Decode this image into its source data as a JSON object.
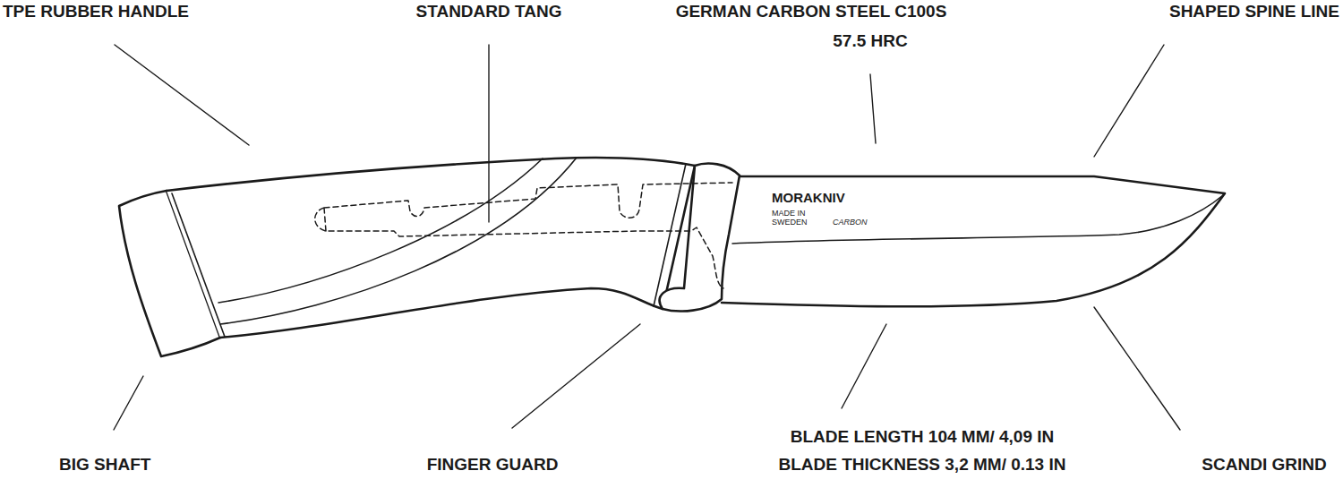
{
  "diagram": {
    "labels": [
      "TPE RUBBER HANDLE",
      "STANDARD TANG",
      "GERMAN CARBON STEEL C100S",
      "57.5 HRC",
      "SHAPED SPINE LINE",
      "MORAKNIV",
      "MADE IN",
      "SWEDEN",
      "CARBON",
      "BIG SHAFT",
      "FINGER GUARD",
      "BLADE LENGTH 104 MM/ 4,09 IN",
      "BLADE THICKNESS 3,2 MM/ 0.13 IN",
      "SCANDI GRIND"
    ]
  }
}
